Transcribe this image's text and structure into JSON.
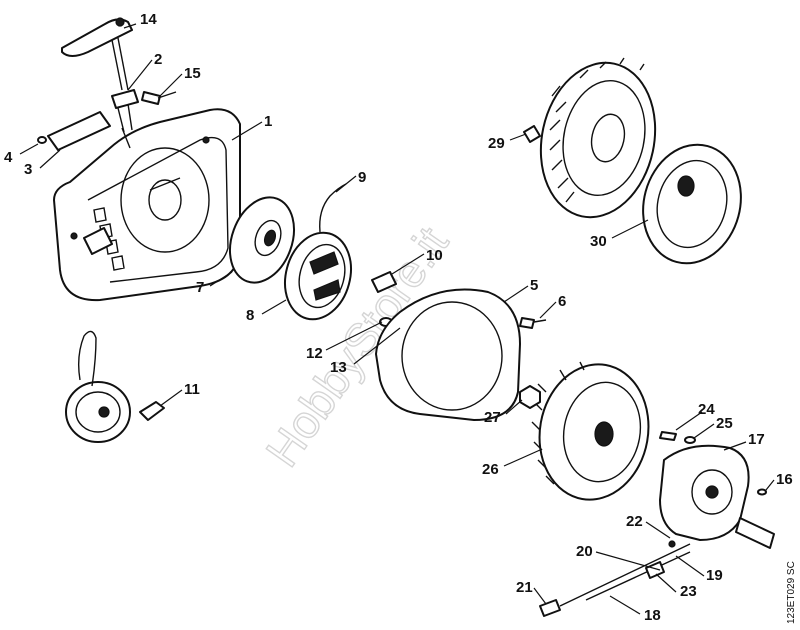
{
  "watermark": "HobbyStore.it",
  "drawing_code": "123ET029 SC",
  "callouts": {
    "c1": "1",
    "c2": "2",
    "c3": "3",
    "c4": "4",
    "c5": "5",
    "c6": "6",
    "c7": "7",
    "c8": "8",
    "c9": "9",
    "c10": "10",
    "c11": "11",
    "c12": "12",
    "c13": "13",
    "c14": "14",
    "c15": "15",
    "c16": "16",
    "c17": "17",
    "c18": "18",
    "c19": "19",
    "c20": "20",
    "c21": "21",
    "c22": "22",
    "c23": "23",
    "c24": "24",
    "c25": "25",
    "c26": "26",
    "c27": "27",
    "c29": "29",
    "c30": "30"
  }
}
